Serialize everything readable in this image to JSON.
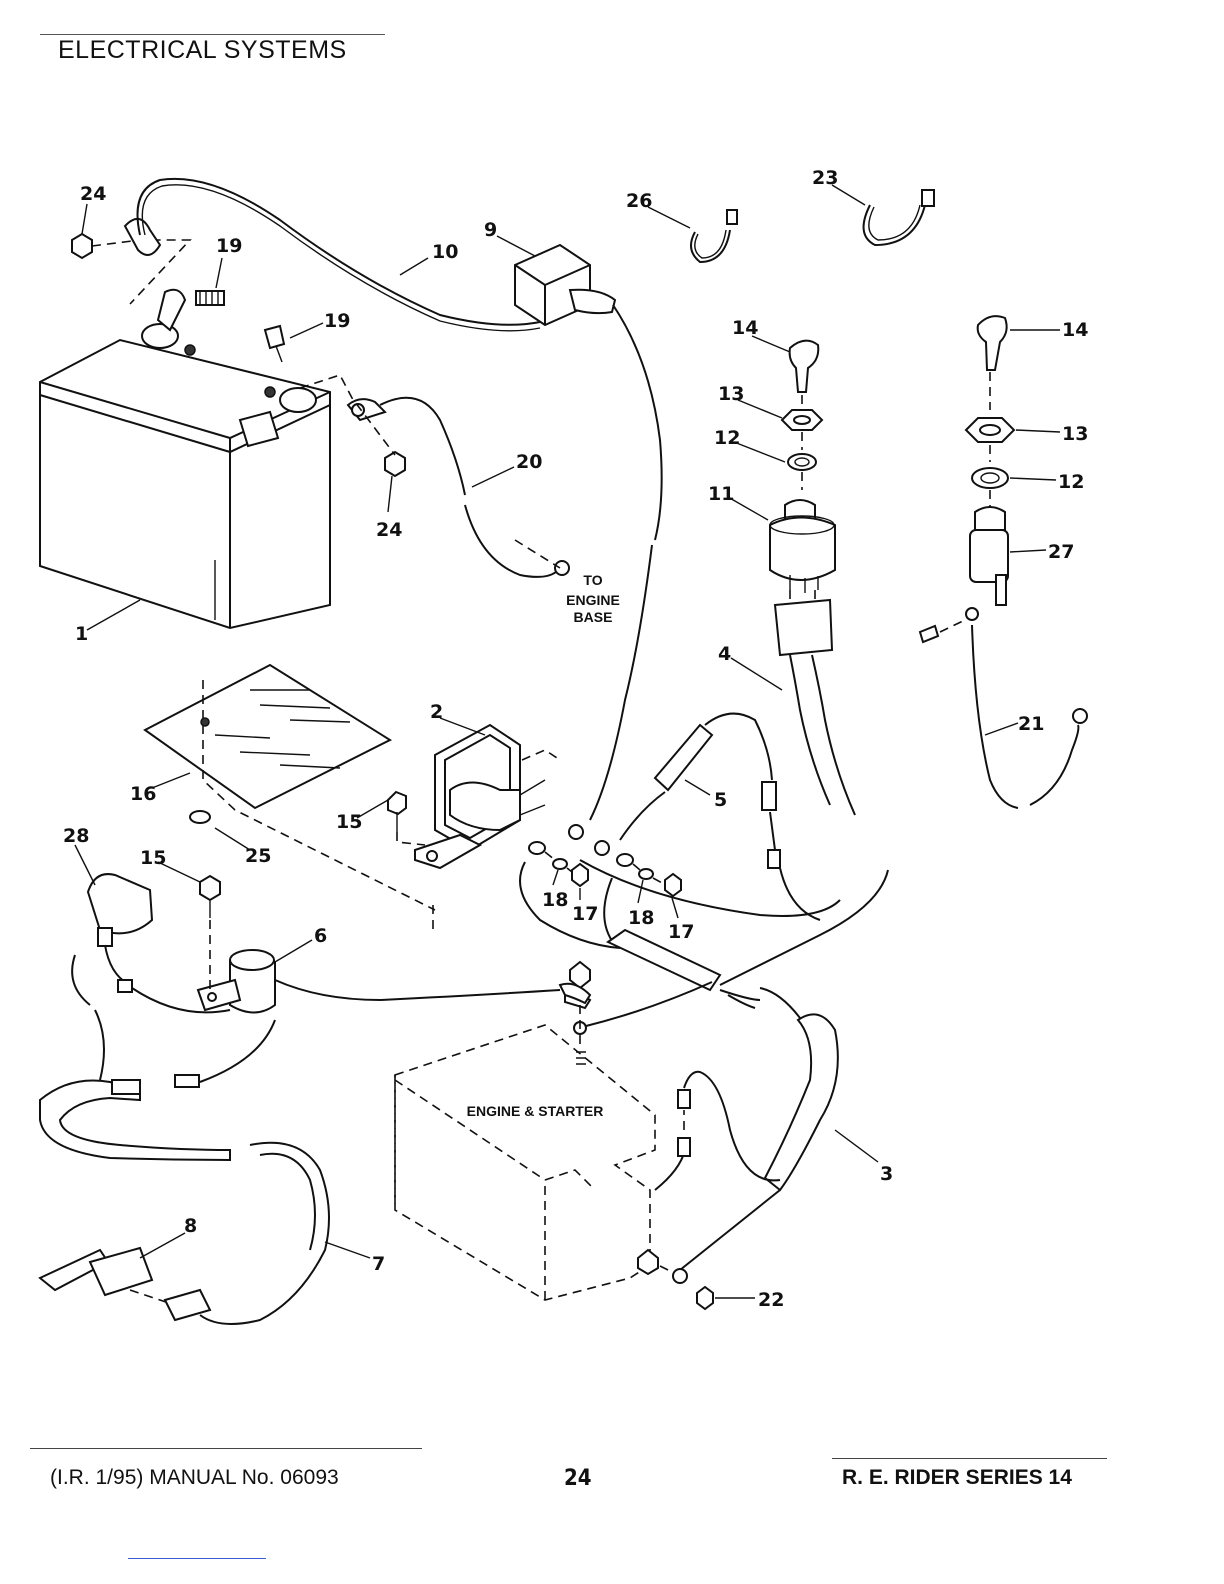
{
  "header": {
    "title": "ELECTRICAL SYSTEMS"
  },
  "footer": {
    "left": "(I.R. 1/95)  MANUAL No. 06093",
    "page": "24",
    "right": "R. E. RIDER SERIES 14"
  },
  "diagram": {
    "labels": {
      "to_engine_base": [
        "TO",
        "ENGINE",
        "BASE"
      ],
      "engine_starter": "ENGINE & STARTER"
    },
    "callouts": [
      "24",
      "19",
      "10",
      "9",
      "26",
      "23",
      "19",
      "14",
      "14",
      "13",
      "13",
      "12",
      "12",
      "20",
      "24",
      "11",
      "27",
      "1",
      "4",
      "21",
      "2",
      "5",
      "16",
      "15",
      "28",
      "25",
      "15",
      "18",
      "17",
      "18",
      "17",
      "6",
      "3",
      "8",
      "7",
      "22"
    ]
  }
}
